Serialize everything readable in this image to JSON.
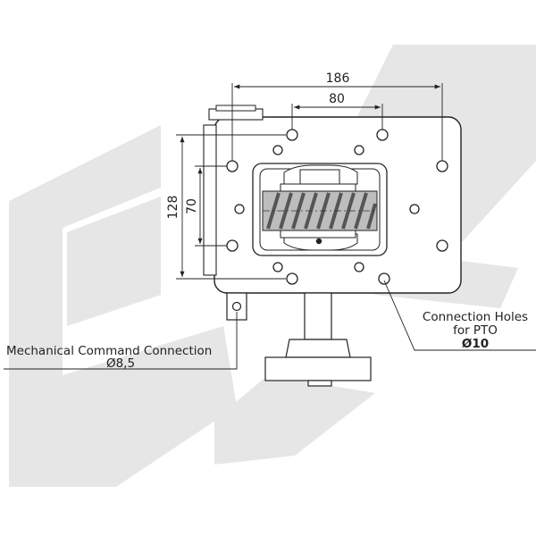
{
  "dimensions": {
    "overall_width": "186",
    "hole_spacing_top": "80",
    "overall_height": "128",
    "hole_spacing_side": "70"
  },
  "callouts": {
    "mechanical_title": "Mechanical Command Connection",
    "mechanical_diameter": "Ø8,5",
    "pto_line1": "Connection Holes",
    "pto_line2": "for PTO",
    "pto_diameter": "Ø10"
  },
  "colors": {
    "line": "#222222",
    "watermark": "#e6e6e6",
    "gear": "#9a9a9a"
  }
}
